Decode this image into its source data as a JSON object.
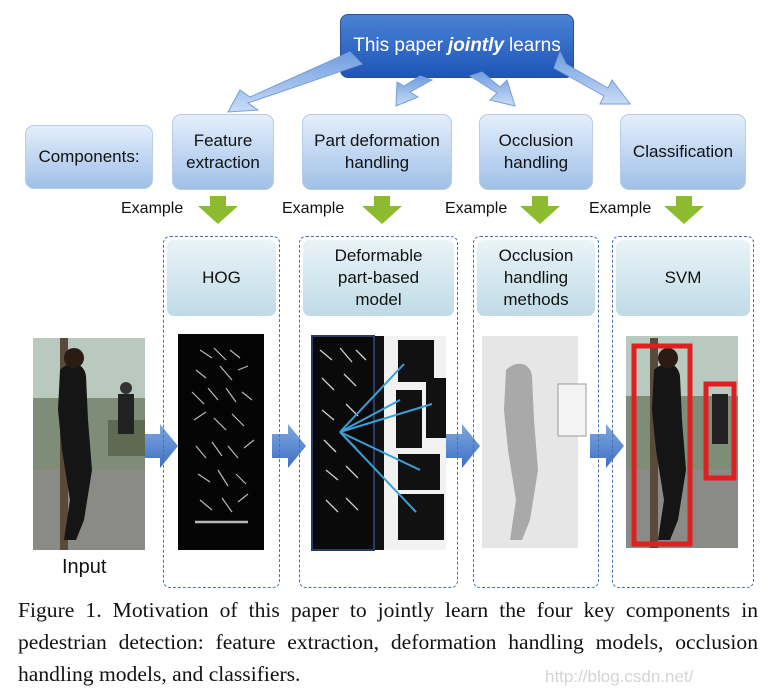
{
  "header": {
    "pre": "This paper",
    "emph": "jointly",
    "post": "learns"
  },
  "components_label": "Components:",
  "components": [
    {
      "line1": "Feature",
      "line2": "extraction"
    },
    {
      "line1": "Part deformation",
      "line2": "handling"
    },
    {
      "line1": "Occlusion",
      "line2": "handling"
    },
    {
      "line1": "Classification",
      "line2": ""
    }
  ],
  "example_label": "Example",
  "examples": [
    {
      "lines": [
        "HOG"
      ]
    },
    {
      "lines": [
        "Deformable",
        "part-based",
        "model"
      ]
    },
    {
      "lines": [
        "Occlusion",
        "handling",
        "methods"
      ]
    },
    {
      "lines": [
        "SVM"
      ]
    }
  ],
  "input_label": "Input",
  "caption": "Figure 1. Motivation of this paper to jointly learn the four key components in pedestrian detection: feature extraction, deformation handling models, occlusion handling models, and classifiers.",
  "watermark": "http://blog.csdn.net/",
  "colors": {
    "header_blue": "#2a5fc0",
    "arrow_green": "#8cbb2e",
    "box_red": "#e02020",
    "dashed_border": "#4a6fb0"
  }
}
